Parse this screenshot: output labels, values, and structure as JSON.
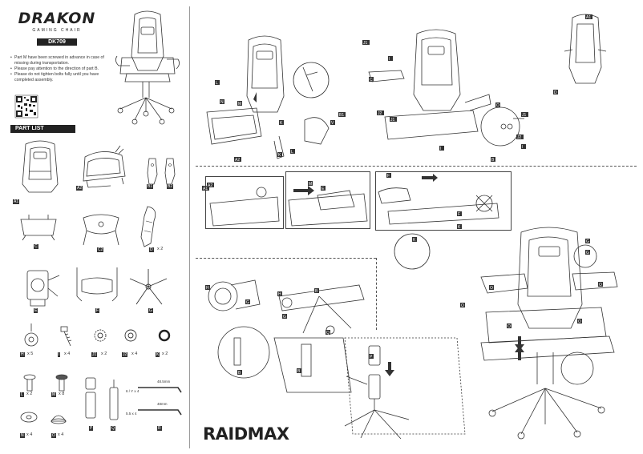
{
  "brand": {
    "logo": "DRAKON",
    "subtitle": "GAMING CHAIR",
    "model": "DK709"
  },
  "notes": [
    "Part M have been screwed in advance in case of missing during transportation.",
    "Please pay attention to the direction of part B.",
    "Please do not tighten bolts fully until you have completed assembly."
  ],
  "part_list_title": "PART LIST",
  "parts": [
    {
      "code": "A1",
      "qty": ""
    },
    {
      "code": "A2",
      "qty": ""
    },
    {
      "code": "B1",
      "qty": ""
    },
    {
      "code": "B2",
      "qty": ""
    },
    {
      "code": "C",
      "qty": ""
    },
    {
      "code": "C2",
      "qty": ""
    },
    {
      "code": "D",
      "qty": "x 2"
    },
    {
      "code": "E",
      "qty": ""
    },
    {
      "code": "F",
      "qty": ""
    },
    {
      "code": "G",
      "qty": ""
    },
    {
      "code": "H",
      "qty": "x 5"
    },
    {
      "code": "I",
      "qty": "x 4"
    },
    {
      "code": "J1",
      "qty": "x 2"
    },
    {
      "code": "J2",
      "qty": "x 4"
    },
    {
      "code": "K",
      "qty": "x 2"
    },
    {
      "code": "L",
      "qty": "x 2"
    },
    {
      "code": "M",
      "qty": "x 8"
    },
    {
      "code": "N",
      "qty": "x 4"
    },
    {
      "code": "O",
      "qty": "x 4"
    },
    {
      "code": "P",
      "qty": ""
    },
    {
      "code": "Q",
      "qty": ""
    },
    {
      "code": "R",
      "qty": ""
    }
  ],
  "allen_keys": [
    {
      "size": "6 / Y x 4",
      "length": "48.5mm"
    },
    {
      "size": "5.5 x 4",
      "length": "48mm"
    }
  ],
  "footer_brand": "RAIDMAX",
  "step_labels": {
    "s1": [
      "A1",
      "A2",
      "L",
      "M",
      "N",
      "K",
      "V",
      "B1",
      "K",
      "L"
    ],
    "s2": [
      "J1",
      "I",
      "C",
      "J2",
      "J1",
      "I",
      "D",
      "J1",
      "I",
      "J2",
      "B",
      "A1",
      "O"
    ],
    "s3": [
      "A2",
      "F",
      "M",
      "E",
      "F",
      "K",
      "K"
    ],
    "s4": [
      "H",
      "G",
      "B",
      "G",
      "H",
      "Q",
      "B",
      "P",
      "B"
    ],
    "s5": [
      "G",
      "G",
      "O",
      "O",
      "O",
      "O",
      "O"
    ]
  }
}
